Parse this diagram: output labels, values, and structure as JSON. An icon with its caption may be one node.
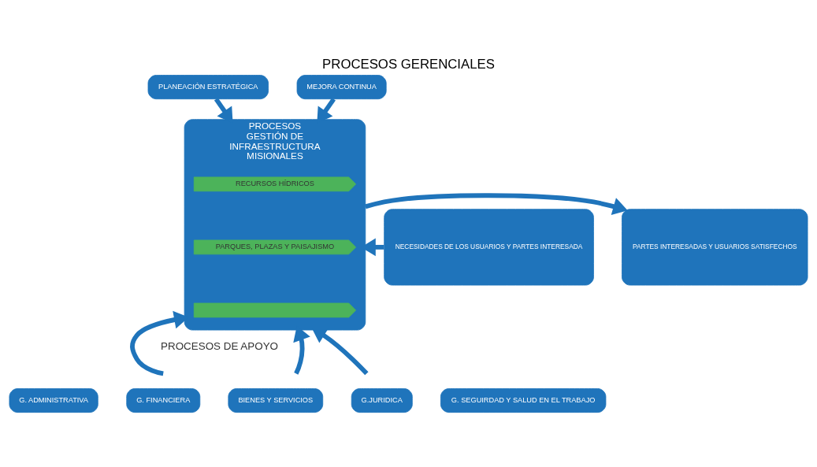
{
  "diagram": {
    "title": "PROCESOS GERENCIALES",
    "nodes": [
      {
        "text": [
          "PLANEACIÓN ESTRATÉGICA"
        ]
      },
      {
        "text": [
          "MEJORA CONTINUA"
        ]
      },
      {
        "text": [
          "NECESIDADES DE LOS USUARIOS Y PARTES INTERESADA"
        ]
      },
      {
        "text": [
          "PROCESOS",
          "GESTIÓN DE",
          "INFRAESTRUCTURA",
          "MISIONALES"
        ]
      },
      {
        "text": [
          "RECURSOS HÍDRICOS"
        ],
        "in": 3
      },
      {
        "text": [
          "PARQUES, PLAZAS Y PAISAJISMO"
        ],
        "in": 3
      },
      {
        "text": [],
        "shape": "bar",
        "in": 3
      },
      {
        "text": [
          "PARTES INTERESADAS Y USUARIOS SATISFECHOS"
        ]
      },
      {
        "text": [
          "G. ADMINISTRATIVA"
        ]
      },
      {
        "text": [
          "G. FINANCIERA"
        ]
      },
      {
        "text": [
          "BIENES Y SERVICIOS"
        ]
      },
      {
        "text": [
          "G.JURIDICA"
        ]
      },
      {
        "text": [
          "G. SEGUIRDAD Y SALUD EN EL TRABAJO"
        ]
      }
    ],
    "edges": [
      {
        "from": 0,
        "to": 3,
        "arrow": "to"
      },
      {
        "from": 1,
        "to": 3,
        "arrow": "to"
      },
      {
        "from": 2,
        "to": 3,
        "arrow": "to"
      },
      {
        "from": 3,
        "to": 7,
        "arrow": "to"
      },
      {
        "from": null,
        "to": 3,
        "arrow": "to"
      },
      {
        "from": null,
        "to": 3,
        "arrow": "to"
      },
      {
        "from": null,
        "to": 3,
        "arrow": "to"
      }
    ],
    "labels": [
      "PROCESOS DE APOYO"
    ]
  }
}
